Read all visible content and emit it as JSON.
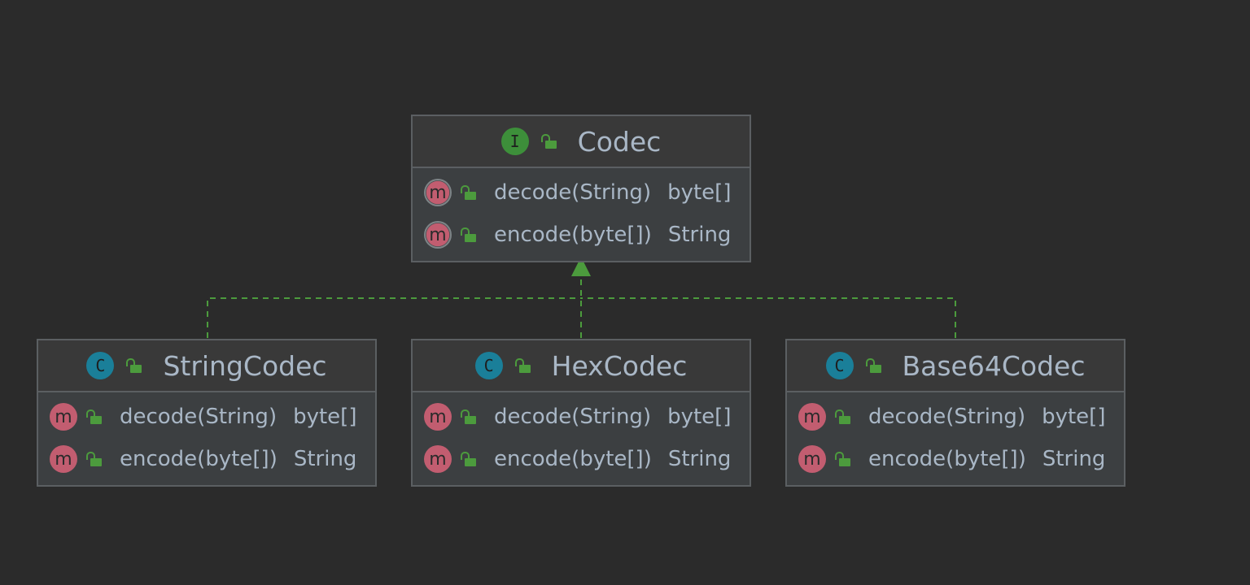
{
  "diagram": {
    "colors": {
      "background": "#2b2b2b",
      "node_fill": "#3c3f41",
      "node_border": "#5b5f62",
      "text": "#a9b7c6",
      "relation": "#4c9b3d",
      "interface_badge": "#3d8f3a",
      "class_badge": "#1a7f99",
      "method_badge": "#c25d70"
    },
    "nodes": [
      {
        "id": "codec",
        "kind": "interface",
        "badge": "I",
        "visibility_icon": "public-lock-icon",
        "name": "Codec",
        "members": [
          {
            "badge": "m",
            "abstract": true,
            "signature": "decode(String)",
            "type": "byte[]"
          },
          {
            "badge": "m",
            "abstract": true,
            "signature": "encode(byte[])",
            "type": "String"
          }
        ]
      },
      {
        "id": "string-codec",
        "kind": "class",
        "badge": "C",
        "visibility_icon": "public-lock-icon",
        "name": "StringCodec",
        "members": [
          {
            "badge": "m",
            "abstract": false,
            "signature": "decode(String)",
            "type": "byte[]"
          },
          {
            "badge": "m",
            "abstract": false,
            "signature": "encode(byte[])",
            "type": "String"
          }
        ]
      },
      {
        "id": "hex-codec",
        "kind": "class",
        "badge": "C",
        "visibility_icon": "public-lock-icon",
        "name": "HexCodec",
        "members": [
          {
            "badge": "m",
            "abstract": false,
            "signature": "decode(String)",
            "type": "byte[]"
          },
          {
            "badge": "m",
            "abstract": false,
            "signature": "encode(byte[])",
            "type": "String"
          }
        ]
      },
      {
        "id": "base64-codec",
        "kind": "class",
        "badge": "C",
        "visibility_icon": "public-lock-icon",
        "name": "Base64Codec",
        "members": [
          {
            "badge": "m",
            "abstract": false,
            "signature": "decode(String)",
            "type": "byte[]"
          },
          {
            "badge": "m",
            "abstract": false,
            "signature": "encode(byte[])",
            "type": "String"
          }
        ]
      }
    ],
    "edges": [
      {
        "from": "string-codec",
        "to": "codec",
        "type": "implements",
        "style": "dashed"
      },
      {
        "from": "hex-codec",
        "to": "codec",
        "type": "implements",
        "style": "dashed"
      },
      {
        "from": "base64-codec",
        "to": "codec",
        "type": "implements",
        "style": "dashed"
      }
    ]
  }
}
